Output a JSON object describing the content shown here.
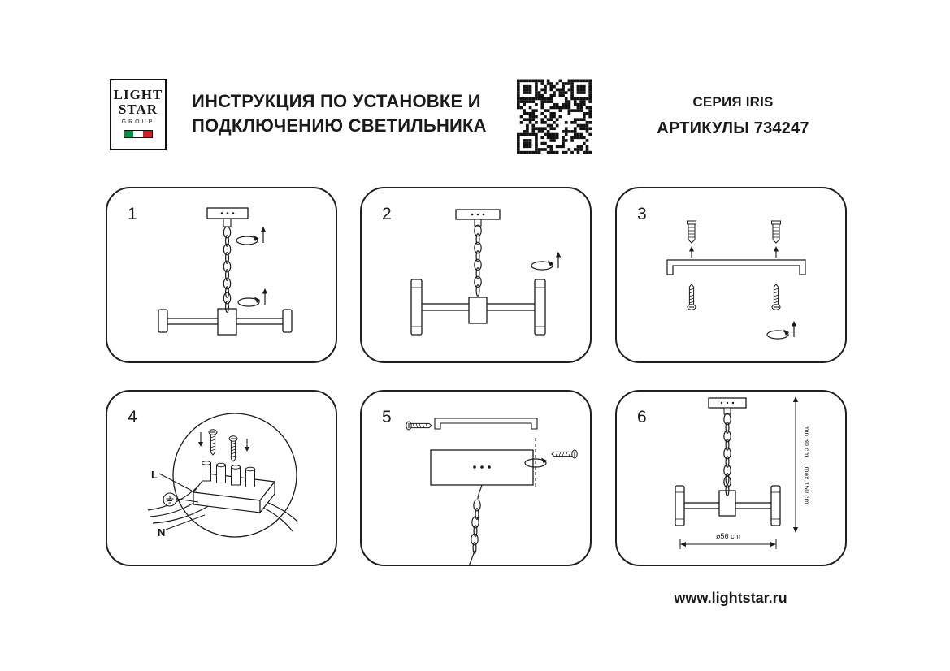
{
  "header": {
    "logo": {
      "line1": "LIGHT",
      "line2": "STAR",
      "line3": "GROUP",
      "flag_colors": [
        "#008C45",
        "#FFFFFF",
        "#CD212A"
      ]
    },
    "title_line1": "ИНСТРУКЦИЯ ПО УСТАНОВКЕ И",
    "title_line2": "ПОДКЛЮЧЕНИЮ СВЕТИЛЬНИКА",
    "series": "СЕРИЯ IRIS",
    "articles": "АРТИКУЛЫ 734247"
  },
  "steps": [
    {
      "number": "1"
    },
    {
      "number": "2"
    },
    {
      "number": "3"
    },
    {
      "number": "4",
      "label_l": "L",
      "label_n": "N"
    },
    {
      "number": "5"
    },
    {
      "number": "6",
      "height_range": "min 30 cm ... max 150 cm",
      "diameter": "ø56 cm"
    }
  ],
  "footer": {
    "website": "www.lightstar.ru"
  },
  "colors": {
    "ink": "#1a1a1a",
    "background": "#ffffff"
  }
}
